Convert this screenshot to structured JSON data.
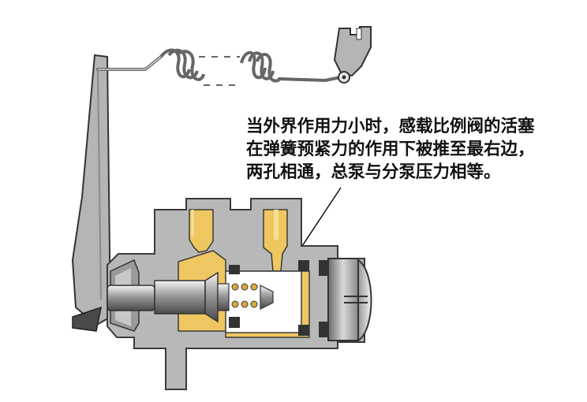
{
  "caption": {
    "lines": [
      "当外界作用力小时，感载比例阀的活塞",
      "在弹簧预紧力的作用下被推至最右边，",
      "两孔相通，总泵与分泵压力相等。"
    ]
  },
  "colors": {
    "body_gray": "#b8b8b8",
    "body_outline": "#3a3a3a",
    "fluid_yellow": "#efc760",
    "fluid_pale_yellow": "#f6df94",
    "dark_metal": "#555555",
    "lever_gray": "#b5b5b5"
  },
  "icons": [
    "lever-arm",
    "tension-spring",
    "link-bracket",
    "valve-piston",
    "piston-spring",
    "end-plug",
    "pivot-triangle"
  ]
}
